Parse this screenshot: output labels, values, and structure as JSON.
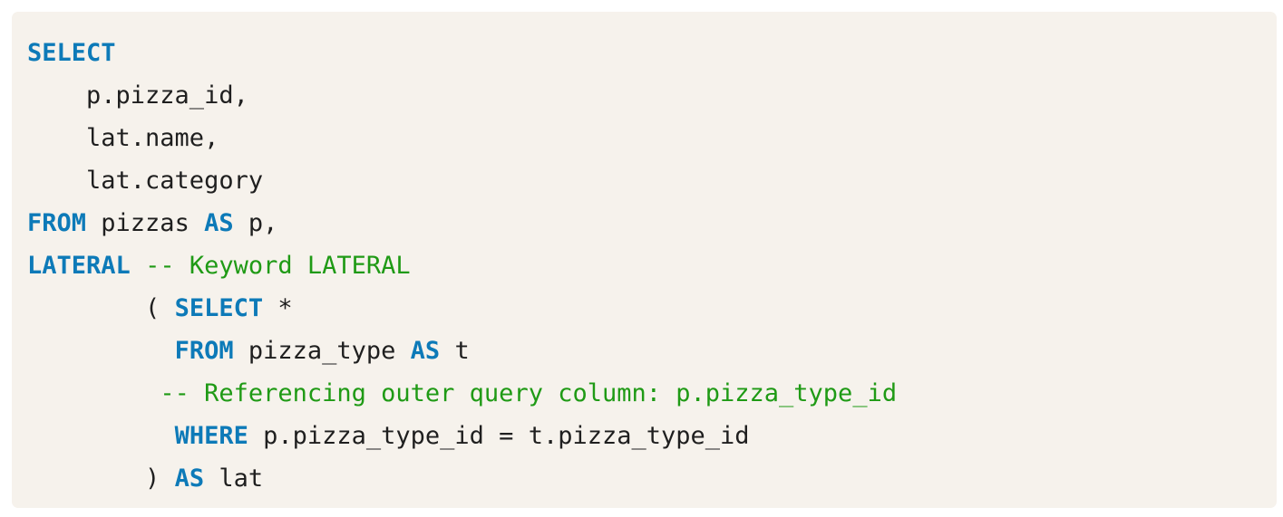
{
  "code": {
    "lines": [
      [
        {
          "t": "kw",
          "v": "SELECT"
        }
      ],
      [
        {
          "t": "tx",
          "v": "    p.pizza_id,"
        }
      ],
      [
        {
          "t": "tx",
          "v": "    lat.name,"
        }
      ],
      [
        {
          "t": "tx",
          "v": "    lat.category"
        }
      ],
      [
        {
          "t": "kw",
          "v": "FROM"
        },
        {
          "t": "tx",
          "v": " pizzas "
        },
        {
          "t": "kw",
          "v": "AS"
        },
        {
          "t": "tx",
          "v": " p,"
        }
      ],
      [
        {
          "t": "kw",
          "v": "LATERAL"
        },
        {
          "t": "tx",
          "v": " "
        },
        {
          "t": "cm",
          "v": "-- Keyword LATERAL"
        }
      ],
      [
        {
          "t": "tx",
          "v": "        ( "
        },
        {
          "t": "kw",
          "v": "SELECT"
        },
        {
          "t": "tx",
          "v": " *"
        }
      ],
      [
        {
          "t": "tx",
          "v": "          "
        },
        {
          "t": "kw",
          "v": "FROM"
        },
        {
          "t": "tx",
          "v": " pizza_type "
        },
        {
          "t": "kw",
          "v": "AS"
        },
        {
          "t": "tx",
          "v": " t"
        }
      ],
      [
        {
          "t": "tx",
          "v": "         "
        },
        {
          "t": "cm",
          "v": "-- Referencing outer query column: p.pizza_type_id"
        }
      ],
      [
        {
          "t": "tx",
          "v": "          "
        },
        {
          "t": "kw",
          "v": "WHERE"
        },
        {
          "t": "tx",
          "v": " p.pizza_type_id = t.pizza_type_id"
        }
      ],
      [
        {
          "t": "tx",
          "v": "        ) "
        },
        {
          "t": "kw",
          "v": "AS"
        },
        {
          "t": "tx",
          "v": " lat"
        }
      ]
    ]
  },
  "colors": {
    "background": "#f6f2ec",
    "keyword": "#0d7ab8",
    "comment": "#1f9a15",
    "text": "#1f1f1f"
  }
}
